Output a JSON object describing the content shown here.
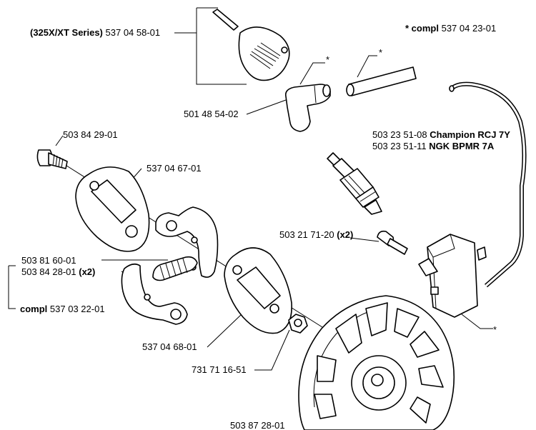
{
  "labels": {
    "series": {
      "prefix": "(325X/XT Series)",
      "number": "537 04 58-01"
    },
    "compl_note": {
      "prefix": "* compl",
      "number": "537 04 23-01"
    },
    "star_a": "*",
    "star_b": "*",
    "star_c": "*",
    "boot": "501 48 54-02",
    "screw": "503 84 29-01",
    "plug1": {
      "number": "503 23 51-08",
      "suffix": "Champion RCJ 7Y"
    },
    "plug2": {
      "number": "503 23 51-11",
      "suffix": "NGK BPMR 7A"
    },
    "plate1": "537 04 67-01",
    "bolt": {
      "number": "503 21 71-20",
      "suffix": "(x2)"
    },
    "spring": "503 81 60-01",
    "shoe": {
      "number": "503 84 28-01",
      "suffix": "(x2)"
    },
    "clutch": {
      "prefix": "compl",
      "number": "537 03 22-01"
    },
    "plate2": "537 04 68-01",
    "nut": "731 71 16-51",
    "flywheel": "503 87 28-01"
  }
}
